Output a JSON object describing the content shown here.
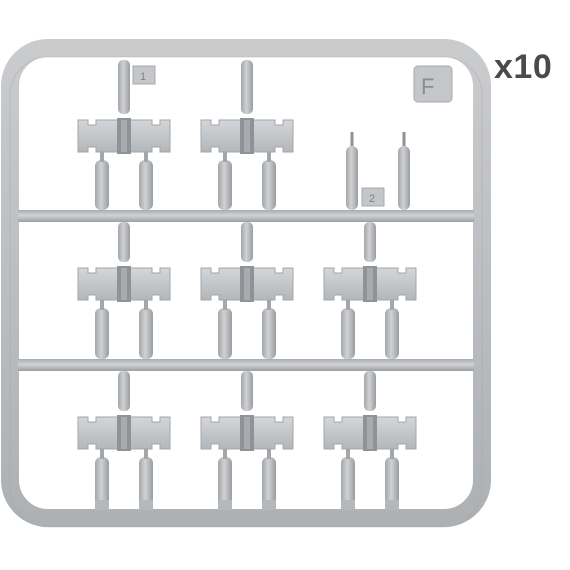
{
  "image": {
    "subject": "plastic-model-sprue",
    "colors": {
      "plastic": "#b9bcbf",
      "plastic_dark": "#8f9296",
      "plastic_light": "#d2d4d6",
      "text": "#4a4a4a",
      "background": "#ffffff"
    },
    "quantity_label": "x10",
    "sprue_letter": "F",
    "part_numbers": [
      "1",
      "2"
    ],
    "rows": [
      {
        "track_links": 2,
        "has_pins": true
      },
      {
        "track_links": 3,
        "has_pins": false
      },
      {
        "track_links": 3,
        "has_pins": false
      }
    ]
  }
}
